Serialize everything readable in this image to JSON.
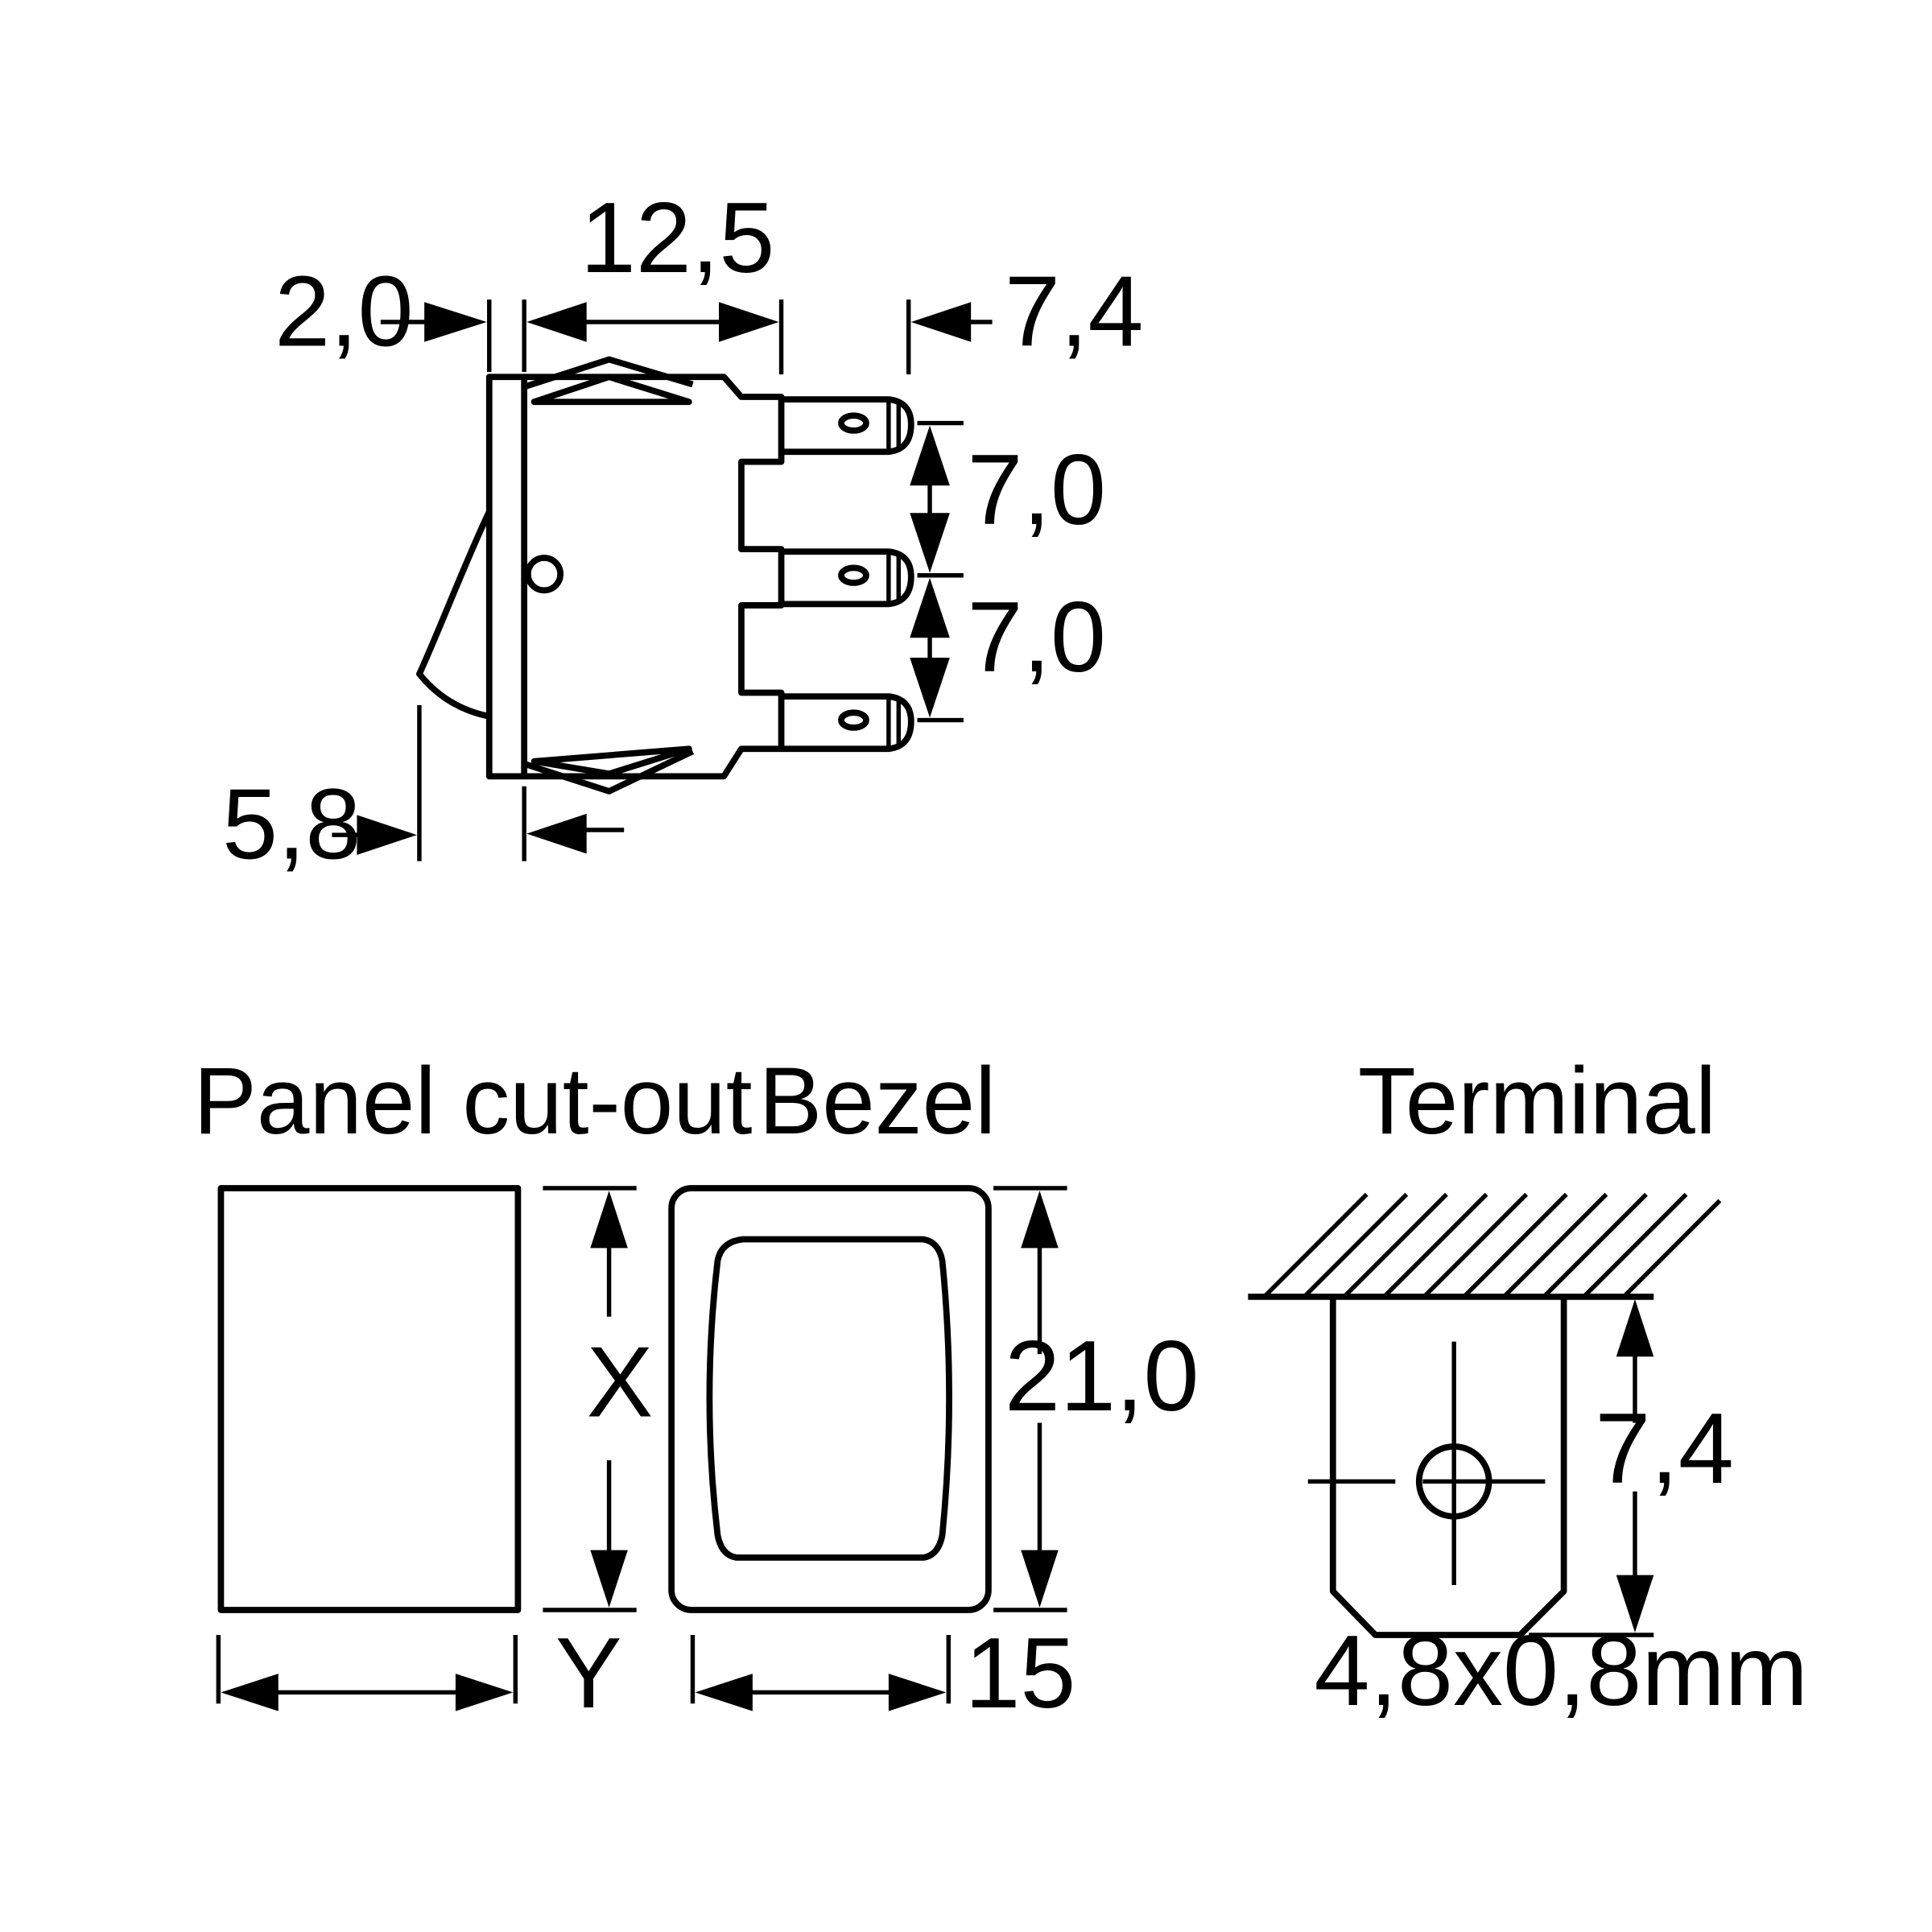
{
  "side_view": {
    "dim_bezel_thickness": "2,0",
    "dim_body_length": "12,5",
    "dim_terminal_length": "7,4",
    "dim_terminal_pitch_1": "7,0",
    "dim_terminal_pitch_2": "7,0",
    "dim_rocker_height": "5,8"
  },
  "panel_cutout": {
    "title": "Panel cut-out",
    "height_label": "X",
    "width_label": "Y"
  },
  "bezel": {
    "title": "Bezel",
    "height_label": "21,0",
    "width_label": "15"
  },
  "terminal": {
    "title": "Terminal",
    "height_label": "7,4",
    "size_label": "4,8x0,8mm"
  }
}
